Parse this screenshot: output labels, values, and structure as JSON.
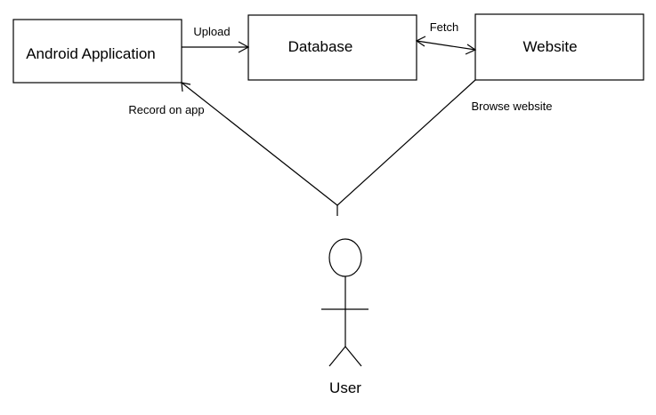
{
  "nodes": {
    "android": {
      "label": "Android Application"
    },
    "database": {
      "label": "Database"
    },
    "website": {
      "label": "Website"
    },
    "user": {
      "label": "User"
    }
  },
  "edges": {
    "upload": {
      "label": "Upload"
    },
    "fetch": {
      "label": "Fetch"
    },
    "record": {
      "label": "Record on app"
    },
    "browse": {
      "label": "Browse website"
    }
  }
}
